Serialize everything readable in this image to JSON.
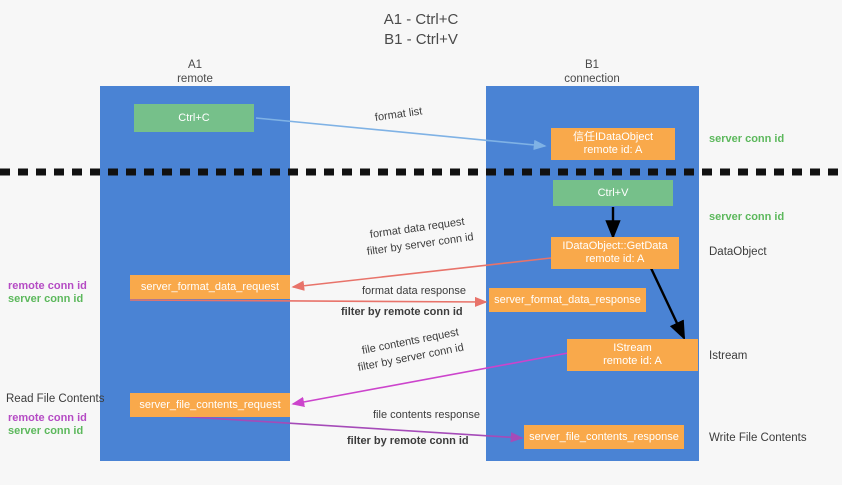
{
  "title": {
    "line1": "A1 - Ctrl+C",
    "line2": "B1 - Ctrl+V"
  },
  "lanes": [
    {
      "id": "A1",
      "name": "A1",
      "sub": "remote",
      "color": "#4a83d4"
    },
    {
      "id": "B1",
      "name": "B1",
      "sub": "connection",
      "color": "#4a83d4"
    }
  ],
  "colors": {
    "lane": "#4a83d4",
    "green_box": "#76c08a",
    "orange_box": "#f9a94b",
    "green_text": "#5cb85c",
    "purple_text": "#b54bc4",
    "arrow_blue": "#7fb2e5",
    "arrow_red": "#e8736a",
    "arrow_black": "#000000",
    "arrow_magenta": "#cc44cc",
    "arrow_purple": "#a54bb8",
    "divider": "#111111"
  },
  "boxes": {
    "ctrl_c": {
      "label": "Ctrl+C",
      "kind": "green"
    },
    "idataobject": {
      "line1": "信任IDataObject",
      "line2": "remote id: A",
      "kind": "orange"
    },
    "ctrl_v": {
      "label": "Ctrl+V",
      "kind": "green"
    },
    "getdata": {
      "line1": "IDataObject::GetData",
      "line2": "remote id: A",
      "kind": "orange"
    },
    "server_format_data_request": {
      "label": "server_format_data_request",
      "kind": "orange"
    },
    "server_format_data_response": {
      "label": "server_format_data_response",
      "kind": "orange"
    },
    "istream": {
      "line1": "IStream",
      "line2": "remote id: A",
      "kind": "orange"
    },
    "server_file_contents_request": {
      "label": "server_file_contents_request",
      "kind": "orange"
    },
    "server_file_contents_response": {
      "label": "server_file_contents_response",
      "kind": "orange"
    }
  },
  "edge_labels": {
    "format_list": "format list",
    "format_data_request": "format data request",
    "format_data_request_filter_prefix": "filter by ",
    "format_data_request_filter_value": "server conn id",
    "format_data_response": "format data response",
    "format_data_response_filter_prefix": "filter by ",
    "format_data_response_filter_value": "remote conn id",
    "file_contents_request": "file contents request",
    "file_contents_request_filter_prefix": "filter by ",
    "file_contents_request_filter_value": "server conn id",
    "file_contents_response": "file contents response",
    "file_contents_response_filter_prefix": "filter by ",
    "file_contents_response_filter_value": "remote conn id"
  },
  "right_labels": {
    "server_conn_id_top": "server conn id",
    "server_conn_id_second": "server conn id",
    "dataobject": "DataObject",
    "istream": "Istream",
    "write_file_contents": "Write File Contents"
  },
  "left_labels": {
    "remote_conn_id_upper": "remote conn id",
    "server_conn_id_upper": "server conn id",
    "read_file_contents": "Read File Contents",
    "remote_conn_id_lower": "remote conn id",
    "server_conn_id_lower": "server conn id"
  }
}
